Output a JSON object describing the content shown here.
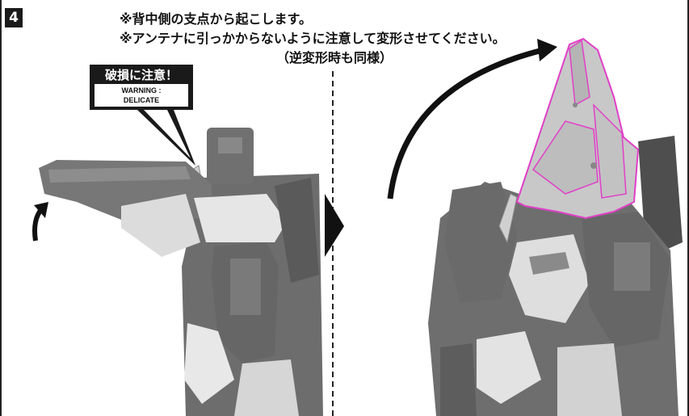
{
  "step": {
    "number": "4"
  },
  "notes": {
    "line1": "※背中側の支点から起こします。",
    "line2": "※アンテナに引っかからないように注意して変形させてください。",
    "line3": "（逆変形時も同様）"
  },
  "warning": {
    "japanese": "破損に注意！",
    "english_line1": "WARNING :",
    "english_line2": "DELICATE"
  },
  "colors": {
    "highlight": "#e040c8",
    "plastic_dark": "#6b6b6b",
    "plastic_light": "#d9d9d9"
  }
}
